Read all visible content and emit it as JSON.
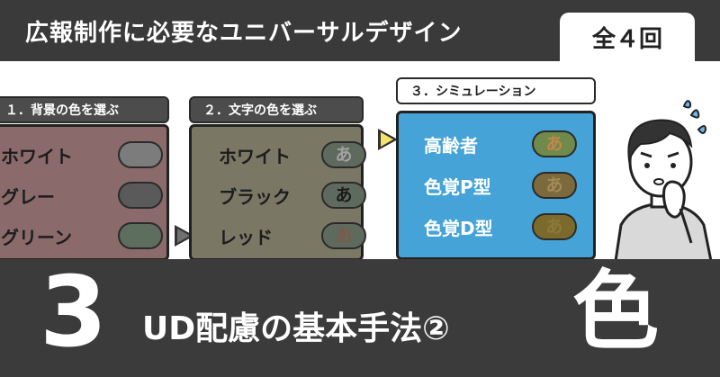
{
  "header": {
    "title": "広報制作に必要なユニバーサルデザイン",
    "series_badge": "全４回"
  },
  "steps": [
    {
      "label": "１．背景の色を選ぶ",
      "rows": [
        {
          "label": "ホワイト",
          "swatch_color": "#7c7c7c",
          "swatch_text": ""
        },
        {
          "label": "グレー",
          "swatch_color": "#5a5a5a",
          "swatch_text": ""
        },
        {
          "label": "グリーン",
          "swatch_color": "#5d6d5e",
          "swatch_text": ""
        }
      ]
    },
    {
      "label": "２．文字の色を選ぶ",
      "rows": [
        {
          "label": "ホワイト",
          "swatch_color": "#5f6a5e",
          "swatch_text": "あ",
          "text_color": "#a2a2a2"
        },
        {
          "label": "ブラック",
          "swatch_color": "#5f6a5e",
          "swatch_text": "あ",
          "text_color": "#1a1a1a"
        },
        {
          "label": "レッド",
          "swatch_color": "#5f6a5e",
          "swatch_text": "あ",
          "text_color": "#7c5a4a"
        }
      ]
    },
    {
      "label": "３．シミュレーション",
      "rows": [
        {
          "label": "高齢者",
          "swatch_color": "#6f8a4a",
          "swatch_text": "あ",
          "text_color": "#c4864a"
        },
        {
          "label": "色覚P型",
          "swatch_color": "#7c6a3c",
          "swatch_text": "あ",
          "text_color": "#a48a5a"
        },
        {
          "label": "色覚D型",
          "swatch_color": "#7c6a2c",
          "swatch_text": "あ",
          "text_color": "#8a7a3a"
        }
      ]
    }
  ],
  "footer": {
    "chapter_number": "3",
    "subtitle": "UD配慮の基本手法②",
    "topic_char": "色"
  },
  "colors": {
    "header_bg": "#3a3a3a",
    "footer_bg": "#3b3b3b",
    "panel1_bg": "#8a6a6a",
    "panel2_bg": "#7a7764",
    "panel3_bg": "#45a3d8",
    "arrow_gray": "#707070",
    "arrow_yellow": "#f2e36a"
  },
  "icons": [
    "arrow-right-icon",
    "worried-person-illustration",
    "sweat-drops-icon"
  ]
}
